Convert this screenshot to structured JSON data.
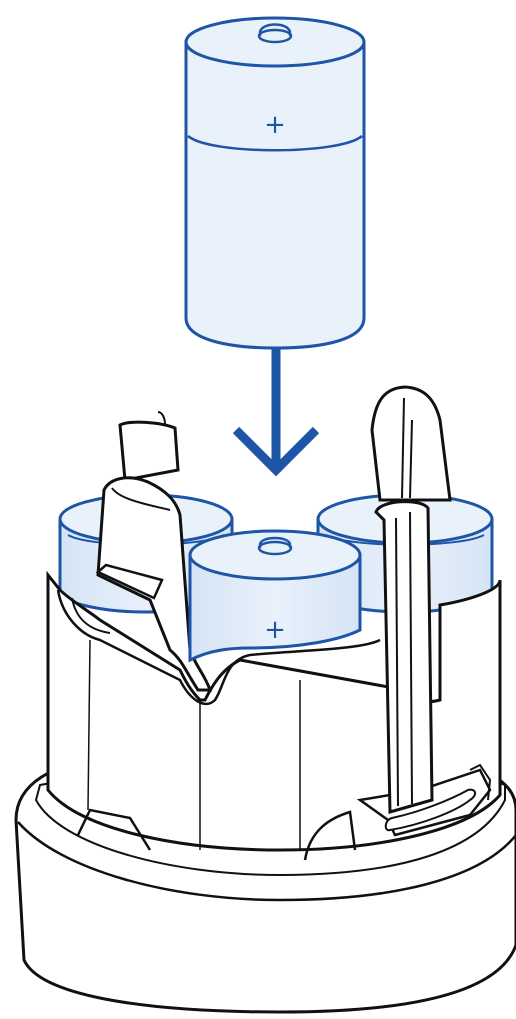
{
  "illustration": {
    "kind": "battery-installation",
    "colors": {
      "outline": "#111111",
      "accent": "#1f55a6",
      "battery_fill": "#d5e4f5",
      "battery_fill_light": "#e9f1fb",
      "background": "#ffffff"
    },
    "battery_marking": "+",
    "battery_count_in_holder": 3,
    "battery_being_inserted": 1,
    "arrow_direction": "down"
  }
}
